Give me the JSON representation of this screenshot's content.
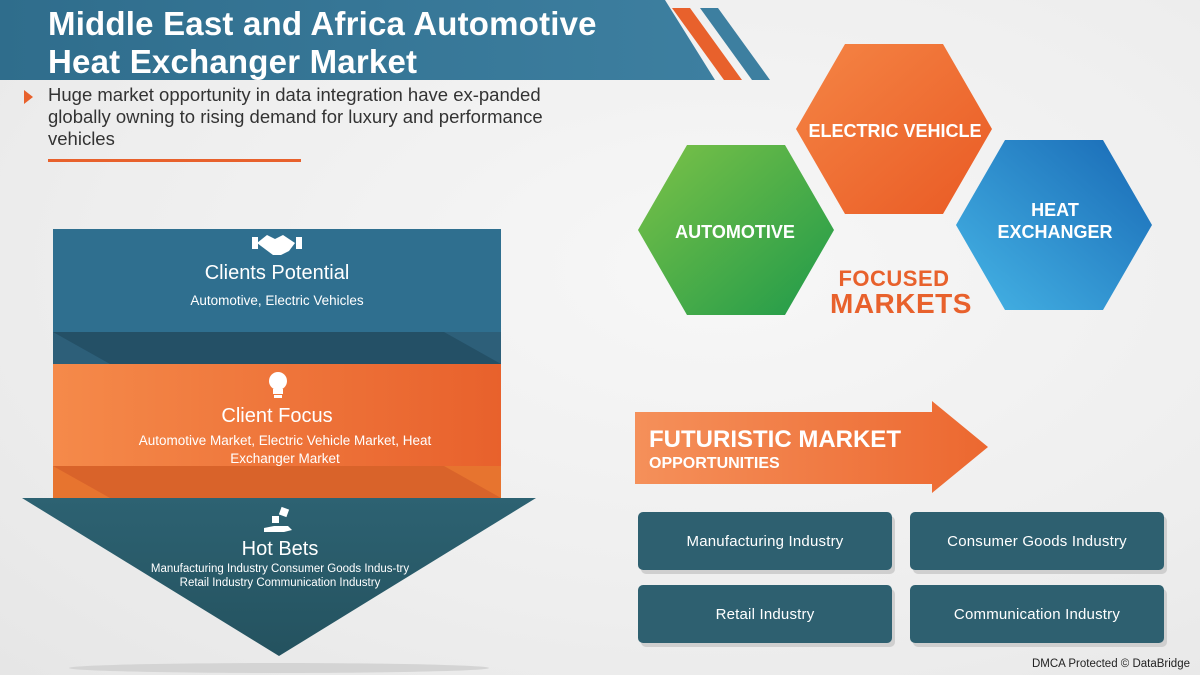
{
  "title": {
    "line1": "Middle East and Africa Automotive",
    "line2": "Heat Exchanger Market"
  },
  "subtitle": "Huge market opportunity in data integration have ex-panded globally owning to rising demand for luxury and performance vehicles",
  "funnel": [
    {
      "icon": "handshake-icon",
      "title": "Clients Potential",
      "subtitle": "Automotive, Electric Vehicles",
      "color": "#2f6f8f"
    },
    {
      "icon": "lightbulb-icon",
      "title": "Client Focus",
      "subtitle": "Automotive Market, Electric Vehicle Market, Heat Exchanger Market",
      "color": "#f07a3c"
    },
    {
      "icon": "hand-dice-icon",
      "title": "Hot Bets",
      "subtitle": "Manufacturing Industry Consumer Goods Indus-try Retail Industry Communication Industry",
      "color": "#2d6272"
    }
  ],
  "focused_markets": {
    "hexagons": [
      {
        "label": "ELECTRIC VEHICLE",
        "color": "#f06a2d"
      },
      {
        "label": "AUTOMOTIVE",
        "color": "#3aa64a"
      },
      {
        "label": "HEAT EXCHANGER",
        "color": "#1f7fc4"
      }
    ],
    "caption_line1": "FOCUSED",
    "caption_line2": "MARKETS"
  },
  "futuristic": {
    "title": "FUTURISTIC MARKET",
    "subtitle": "OPPORTUNITIES"
  },
  "industries": [
    "Manufacturing Industry",
    "Consumer Goods Industry",
    "Retail Industry",
    "Communication Industry"
  ],
  "footer": "DMCA Protected © DataBridge",
  "colors": {
    "accent_orange": "#e8612c",
    "dark_teal": "#2e6070",
    "banner_blue": "#2f6f8f"
  }
}
